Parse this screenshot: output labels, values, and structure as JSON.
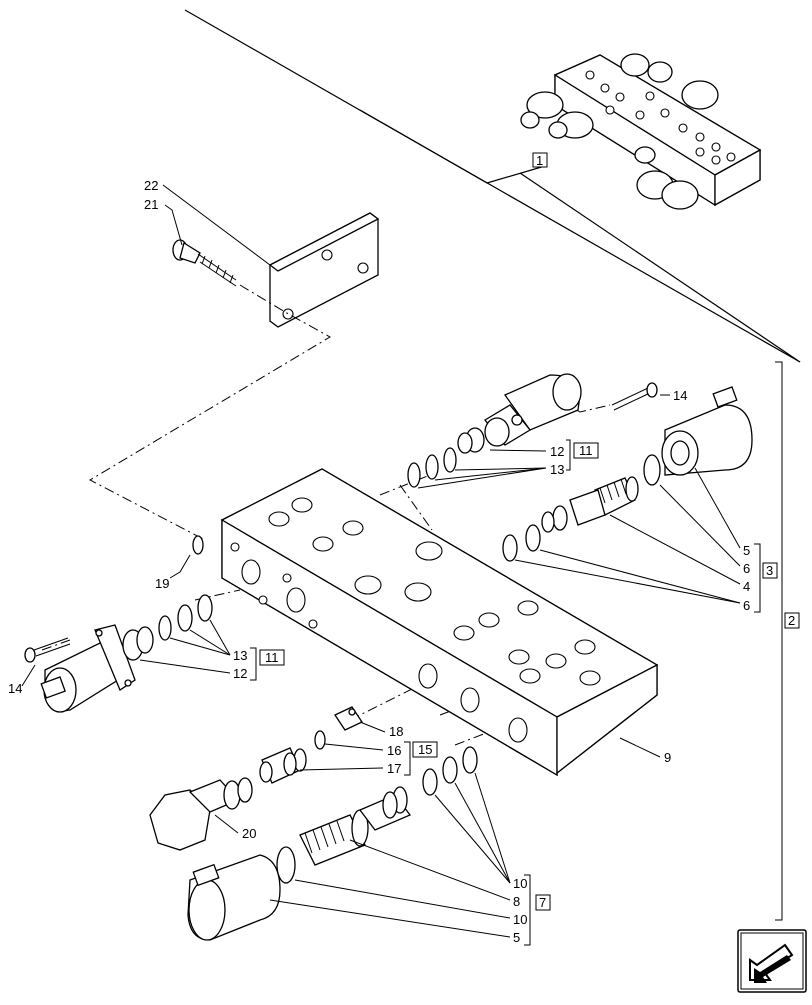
{
  "diagram": {
    "callouts": {
      "c1": "1",
      "c2": "2",
      "c3": "3",
      "c4": "4",
      "c5a": "5",
      "c5b": "5",
      "c6a": "6",
      "c6b": "6",
      "c7": "7",
      "c8": "8",
      "c9": "9",
      "c10a": "10",
      "c10b": "10",
      "c11a": "11",
      "c11b": "11",
      "c12a": "12",
      "c12b": "12",
      "c13a": "13",
      "c13b": "13",
      "c14a": "14",
      "c14b": "14",
      "c15": "15",
      "c16": "16",
      "c17": "17",
      "c18": "18",
      "c19": "19",
      "c20": "20",
      "c21": "21",
      "c22": "22"
    },
    "nav_icon": "arrow-bottom-left-icon"
  }
}
